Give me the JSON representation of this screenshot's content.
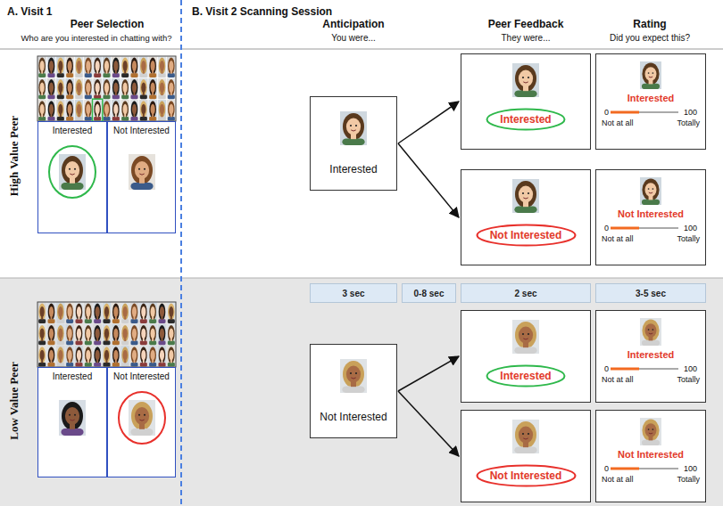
{
  "diagram": {
    "nodes": [
      {
        "text": [
          "Interested"
        ]
      },
      {
        "text": [
          "Not Interested"
        ]
      },
      {
        "text": [
          "Interested"
        ]
      },
      {
        "text": [
          "Interested"
        ]
      },
      {
        "text": [
          "Interested",
          "0",
          "100",
          "Not at all",
          "Totally"
        ]
      },
      {
        "text": [
          "Not Interested"
        ]
      },
      {
        "text": [
          "Not Interested",
          "0",
          "100",
          "Not at all",
          "Totally"
        ]
      },
      {
        "text": [
          "3 sec"
        ]
      },
      {
        "text": [
          "0-8 sec"
        ]
      },
      {
        "text": [
          "2 sec"
        ]
      },
      {
        "text": [
          "3-5 sec"
        ]
      },
      {
        "text": [
          "Interested"
        ]
      },
      {
        "text": [
          "Not Interested"
        ]
      },
      {
        "text": [
          "Not Interested"
        ]
      },
      {
        "text": [
          "Interested"
        ]
      },
      {
        "text": [
          "Interested",
          "0",
          "100",
          "Not at all",
          "Totally"
        ]
      },
      {
        "text": [
          "Not Interested"
        ]
      },
      {
        "text": [
          "Not Interested",
          "0",
          "100",
          "Not at all",
          "Totally"
        ]
      }
    ],
    "edges": [
      {
        "from": 2,
        "to": 3,
        "arrow": "to"
      },
      {
        "from": 2,
        "to": 5,
        "arrow": "to"
      },
      {
        "from": 13,
        "to": 14,
        "arrow": "to"
      },
      {
        "from": 13,
        "to": 16,
        "arrow": "to"
      }
    ],
    "labels": [
      "A. Visit 1",
      "Peer Selection",
      "Who are you interested in chatting with?",
      "B. Visit 2 Scanning Session",
      "Anticipation",
      "You were...",
      "Peer Feedback",
      "They were...",
      "Rating",
      "Did you expect this?",
      "High Value Peer",
      "Low Value Peer"
    ]
  }
}
